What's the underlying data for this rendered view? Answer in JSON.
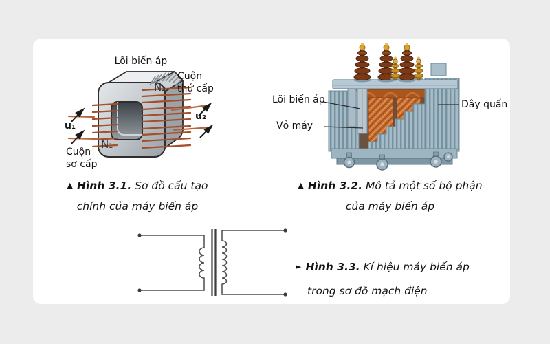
{
  "window": {
    "bg_color": "#ececec",
    "card_color": "#ffffff"
  },
  "fig1": {
    "labels": {
      "core": "Lõi biến áp",
      "secondary_coil": "Cuộn\nthứ cấp",
      "primary_coil": "Cuộn\nsơ cấp",
      "turns_secondary": "N₂",
      "turns_primary": "N₁",
      "voltage_primary": "u₁",
      "voltage_secondary": "u₂"
    },
    "caption": {
      "marker": "▲",
      "number": "Hình 3.1.",
      "line1": "Sơ đồ cấu tạo",
      "line2": "chính của máy biến áp"
    }
  },
  "fig2": {
    "labels": {
      "core": "Lõi biến áp",
      "casing": "Vỏ máy",
      "winding": "Dây quấn"
    },
    "caption": {
      "marker": "▲",
      "number": "Hình 3.2.",
      "line1": "Mô tả một số bộ phận",
      "line2": "của máy biến áp"
    }
  },
  "fig3": {
    "caption": {
      "marker": "►",
      "number": "Hình 3.3.",
      "line1": "Kí hiệu máy biến áp",
      "line2": "trong sơ đồ mạch điện"
    }
  },
  "colors": {
    "wire_copper": "#a34f28",
    "core_gray": "#c6ccd0",
    "tank_blue_gray": "#a6bbc8",
    "winding_copper": "#c4692e",
    "bushing_brown": "#7b3a17",
    "bushing_amber": "#d9a42e",
    "text": "#161616"
  }
}
